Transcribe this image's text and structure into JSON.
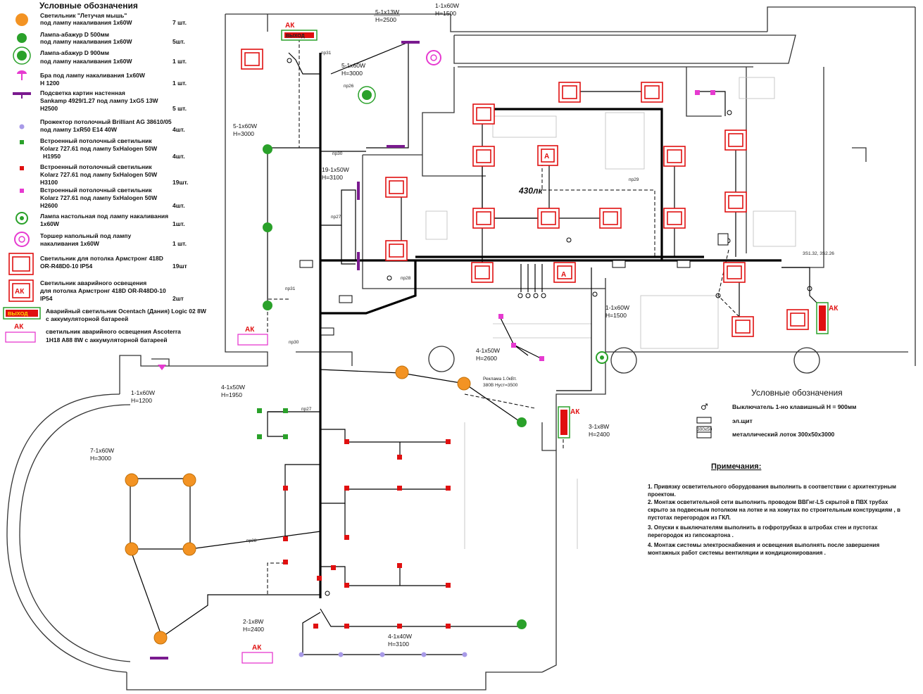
{
  "legend": {
    "title": "Условные обозначения",
    "items": [
      {
        "text": "Светильник \"Летучая мышь\"",
        "text2": "под лампу накаливания 1х60W",
        "count": "7 шт."
      },
      {
        "text": "Лампа-абажур D 500мм",
        "text2": "под лампу накаливания 1х60W",
        "count": "5шт."
      },
      {
        "text": "Лампа-абажур D 900мм",
        "text2": "под лампу накаливания 1х60W",
        "count": "1 шт."
      },
      {
        "text": "Бра под лампу накаливания 1х60W",
        "text2": "H 1200",
        "count": "1 шт."
      },
      {
        "text": "Подсветка картин настенная",
        "text2": "Sankamp 4929/1.27 под лампу 1хG5 13W",
        "text3": "H2500",
        "count": "5 шт."
      },
      {
        "text": "Прожектор потолочный Brilliant AG 38610/05",
        "text2": "под лампу 1xR50 E14 40W",
        "count": "4шт."
      },
      {
        "text": "Встроенный потолочный светильник",
        "text2": "Kolarz 727.61 под лампу 5xHalogen 50W",
        "text3": "H1950",
        "count": "4шт."
      },
      {
        "text": "Встроенный потолочный светильник",
        "text2": "Kolarz 727.61 под лампу 5xHalogen 50W",
        "text3": "H3100",
        "count": "19шт."
      },
      {
        "text": "Встроенный потолочный светильник",
        "text2": "Kolarz 727.61 под лампу 5xHalogen 50W",
        "text3": "H2600",
        "count": "4шт."
      },
      {
        "text": "Лампа настольная под лампу накаливания",
        "text2": "1х60W",
        "count": "1шт."
      },
      {
        "text": "Торшер напольный под лампу",
        "text2": "накаливания 1х60W",
        "count": "1 шт."
      },
      {
        "text": "Светильник для потолка Армстронг 418D",
        "text2": "OR-R48D0-10 IP54",
        "count": "19шт"
      },
      {
        "text": "Светильник аварийного освещения",
        "text2": "для потолка Армстронг 418D OR-R48D0-10",
        "text3": "IP54",
        "count": "2шт"
      },
      {
        "text": "Аварийный светильник Ocentach (Дания) Logic 02 8W",
        "text2": "с аккумуляторной батареей",
        "count": ""
      },
      {
        "text": "светильник аварийного освещения Ascoterra",
        "text2": "1H18 A88 8W с аккумуляторной батареей",
        "count": ""
      }
    ],
    "exit_label": "ВЫХОД",
    "ak_label": "АК"
  },
  "legend2": {
    "title": "Условные обозначения",
    "switch": "Выключатель 1-но клавишный H = 900мм",
    "box": "эл.щит",
    "tray": "металлический лоток 300х50х3000",
    "tray_tag": "300х50"
  },
  "notes": {
    "title": "Примечания:",
    "lines": [
      "1. Привязку осветительного оборудования выполнить в соответствии с архитектурным",
      "проектом.",
      "2. Монтаж осветительной сети выполнить проводом ВВГнг-LS скрытой в ПВХ трубах",
      "скрыто за подвесным потолком на лотке и на хомутах по строительным конструкциям , в",
      "пустотах перегородок из ГКЛ.",
      "3. Опуски к выключателям выполнить в гофротрубках в штробах стен и пустотах",
      "перегородок из гипсокартона .",
      "4. Монтаж системы электроснабжения и освещения выполнять после завершения",
      "монтажных работ системы вентиляции и кондиционирования ."
    ]
  },
  "plan_labels": {
    "lux": "430лк",
    "group_5x13": [
      "5-1x13W",
      "H=2500"
    ],
    "group_1x60_top": [
      "1-1x60W",
      "H=1500"
    ],
    "group_5x60_top": [
      "5-1x60W",
      "H=3000"
    ],
    "group_5x60_left": [
      "5-1x60W",
      "H=3000"
    ],
    "group_19x50": [
      "19-1x50W",
      "H=3100"
    ],
    "group_1x60_mid": [
      "1-1x60W",
      "H=1500"
    ],
    "group_4x50_right": [
      "4-1x50W",
      "H=2600"
    ],
    "group_1x60_bra": [
      "1-1x60W",
      "H=1200"
    ],
    "group_4x50_left": [
      "4-1x50W",
      "H=1950"
    ],
    "group_7x60": [
      "7-1x60W",
      "H=3000"
    ],
    "group_3x8": [
      "3-1x8W",
      "H=2400"
    ],
    "group_2x8": [
      "2-1x8W",
      "H=2400"
    ],
    "group_4x40": [
      "4-1x40W",
      "H=3100"
    ],
    "advert": [
      "Реклама 1.0кВт.",
      "380В Hуст=3500"
    ],
    "right_circuits": "3S1.32, 3S2.26",
    "cable_tags": [
      "пр31",
      "пр26",
      "пр30",
      "пр27",
      "пр28",
      "пр29",
      "пр31",
      "пр30",
      "пр27",
      "пр28"
    ],
    "a_mark": "A",
    "ak_mark": "АК",
    "exit_mark": "ВЫХОД"
  },
  "colors": {
    "orange": "#f39323",
    "green": "#2aa12a",
    "magenta": "#e63ad0",
    "purple": "#7a1a8f",
    "lavender": "#a89ae8",
    "red": "#e01010"
  }
}
